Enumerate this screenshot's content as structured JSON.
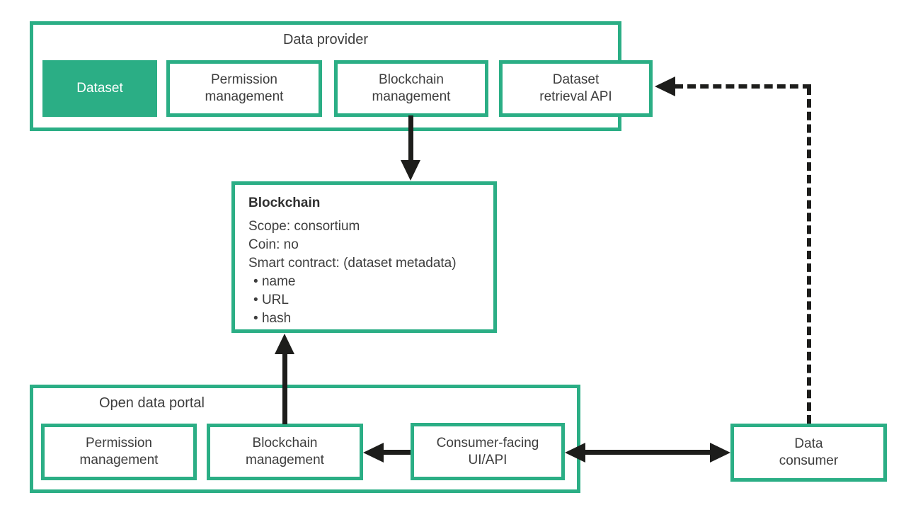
{
  "diagram": {
    "colors": {
      "green": "#2bae85",
      "arrow_black": "#1d1d1b",
      "text_gray": "#3d3d3d"
    },
    "data_provider": {
      "title": "Data provider",
      "boxes": [
        {
          "label": "Dataset"
        },
        {
          "label": "Permission\nmanagement"
        },
        {
          "label": "Blockchain\nmanagement"
        },
        {
          "label": "Dataset\nretrieval API"
        }
      ]
    },
    "blockchain": {
      "title": "Blockchain",
      "lines": [
        "Scope: consortium",
        "Coin: no",
        "Smart contract: (dataset metadata)"
      ],
      "bullets": [
        "name",
        "URL",
        "hash"
      ]
    },
    "open_data_portal": {
      "title": "Open data portal",
      "boxes": [
        {
          "label": "Permission\nmanagement"
        },
        {
          "label": "Blockchain\nmanagement"
        },
        {
          "label": "Consumer-facing\nUI/API"
        }
      ]
    },
    "data_consumer": {
      "label": "Data\nconsumer"
    }
  }
}
